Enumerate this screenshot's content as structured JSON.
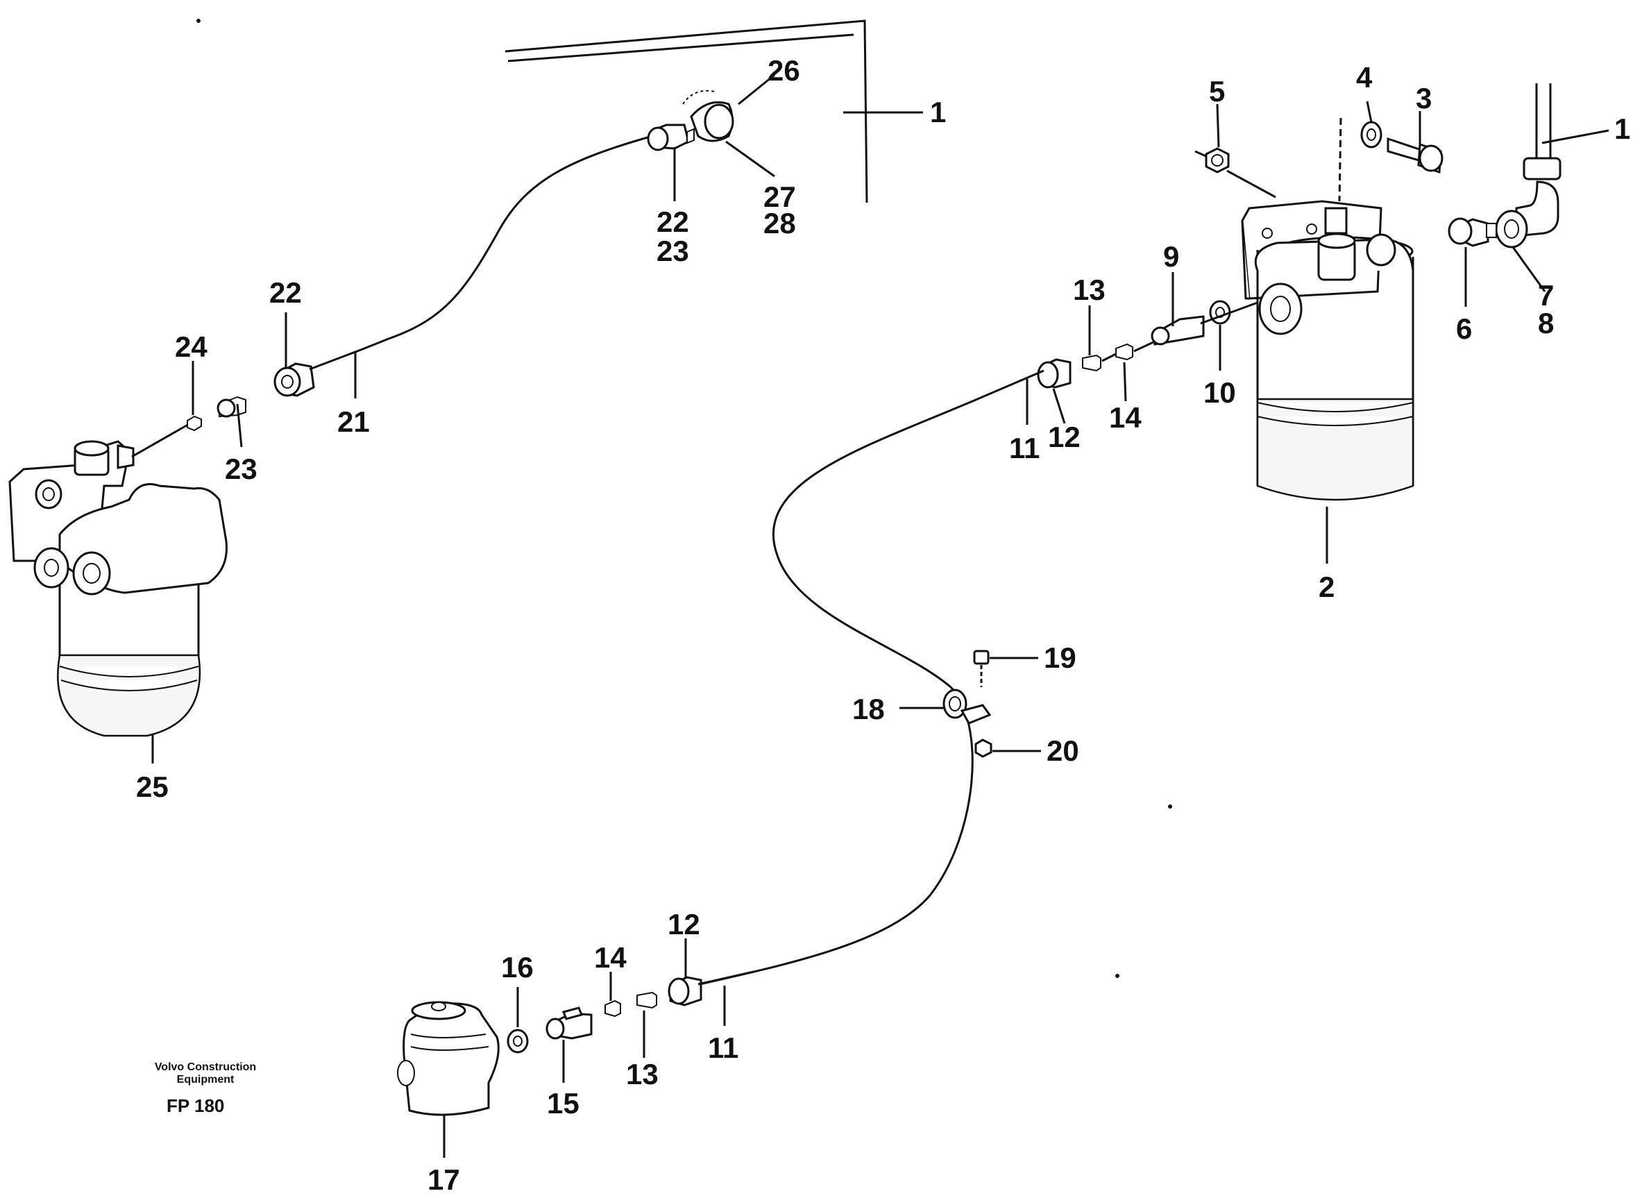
{
  "labels": {
    "l1a": "1",
    "l1b": "1",
    "l2": "2",
    "l3": "3",
    "l4": "4",
    "l5": "5",
    "l6": "6",
    "l7": "7",
    "l8": "8",
    "l9": "9",
    "l10": "10",
    "l11a": "11",
    "l11b": "11",
    "l12a": "12",
    "l12b": "12",
    "l13a": "13",
    "l13b": "13",
    "l14a": "14",
    "l14b": "14",
    "l15": "15",
    "l16": "16",
    "l17": "17",
    "l18": "18",
    "l19": "19",
    "l20": "20",
    "l21": "21",
    "l22a": "22",
    "l22b": "22",
    "l23a": "23",
    "l23b": "23",
    "l24": "24",
    "l25": "25",
    "l26": "26",
    "l27": "27",
    "l28": "28"
  },
  "credit": {
    "line1": "Volvo Construction",
    "line2": "Equipment",
    "code": "FP 180"
  }
}
